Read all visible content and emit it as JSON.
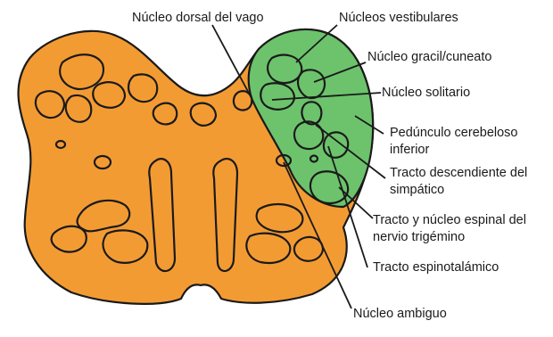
{
  "colors": {
    "medulla_fill": "#F39B33",
    "lesion_fill": "#6CC36C",
    "outline": "#1a1a1a",
    "background": "#ffffff"
  },
  "labels": {
    "dorsal_vagus": "Núcleo dorsal del vago",
    "vestibular": "Núcleos vestibulares",
    "gracile_cuneate": "Núcleo gracil/cuneato",
    "solitary": "Núcleo solitario",
    "icp_line1": "Pedúnculo cerebeloso",
    "icp_line2": "inferior",
    "sympathetic_line1": "Tracto descendiente del",
    "sympathetic_line2": "simpático",
    "trigeminal_line1": "Tracto y núcleo espinal del",
    "trigeminal_line2": "nervio trigémino",
    "spinothalamic": "Tracto espinotalámico",
    "ambiguus": "Núcleo ambiguo"
  }
}
